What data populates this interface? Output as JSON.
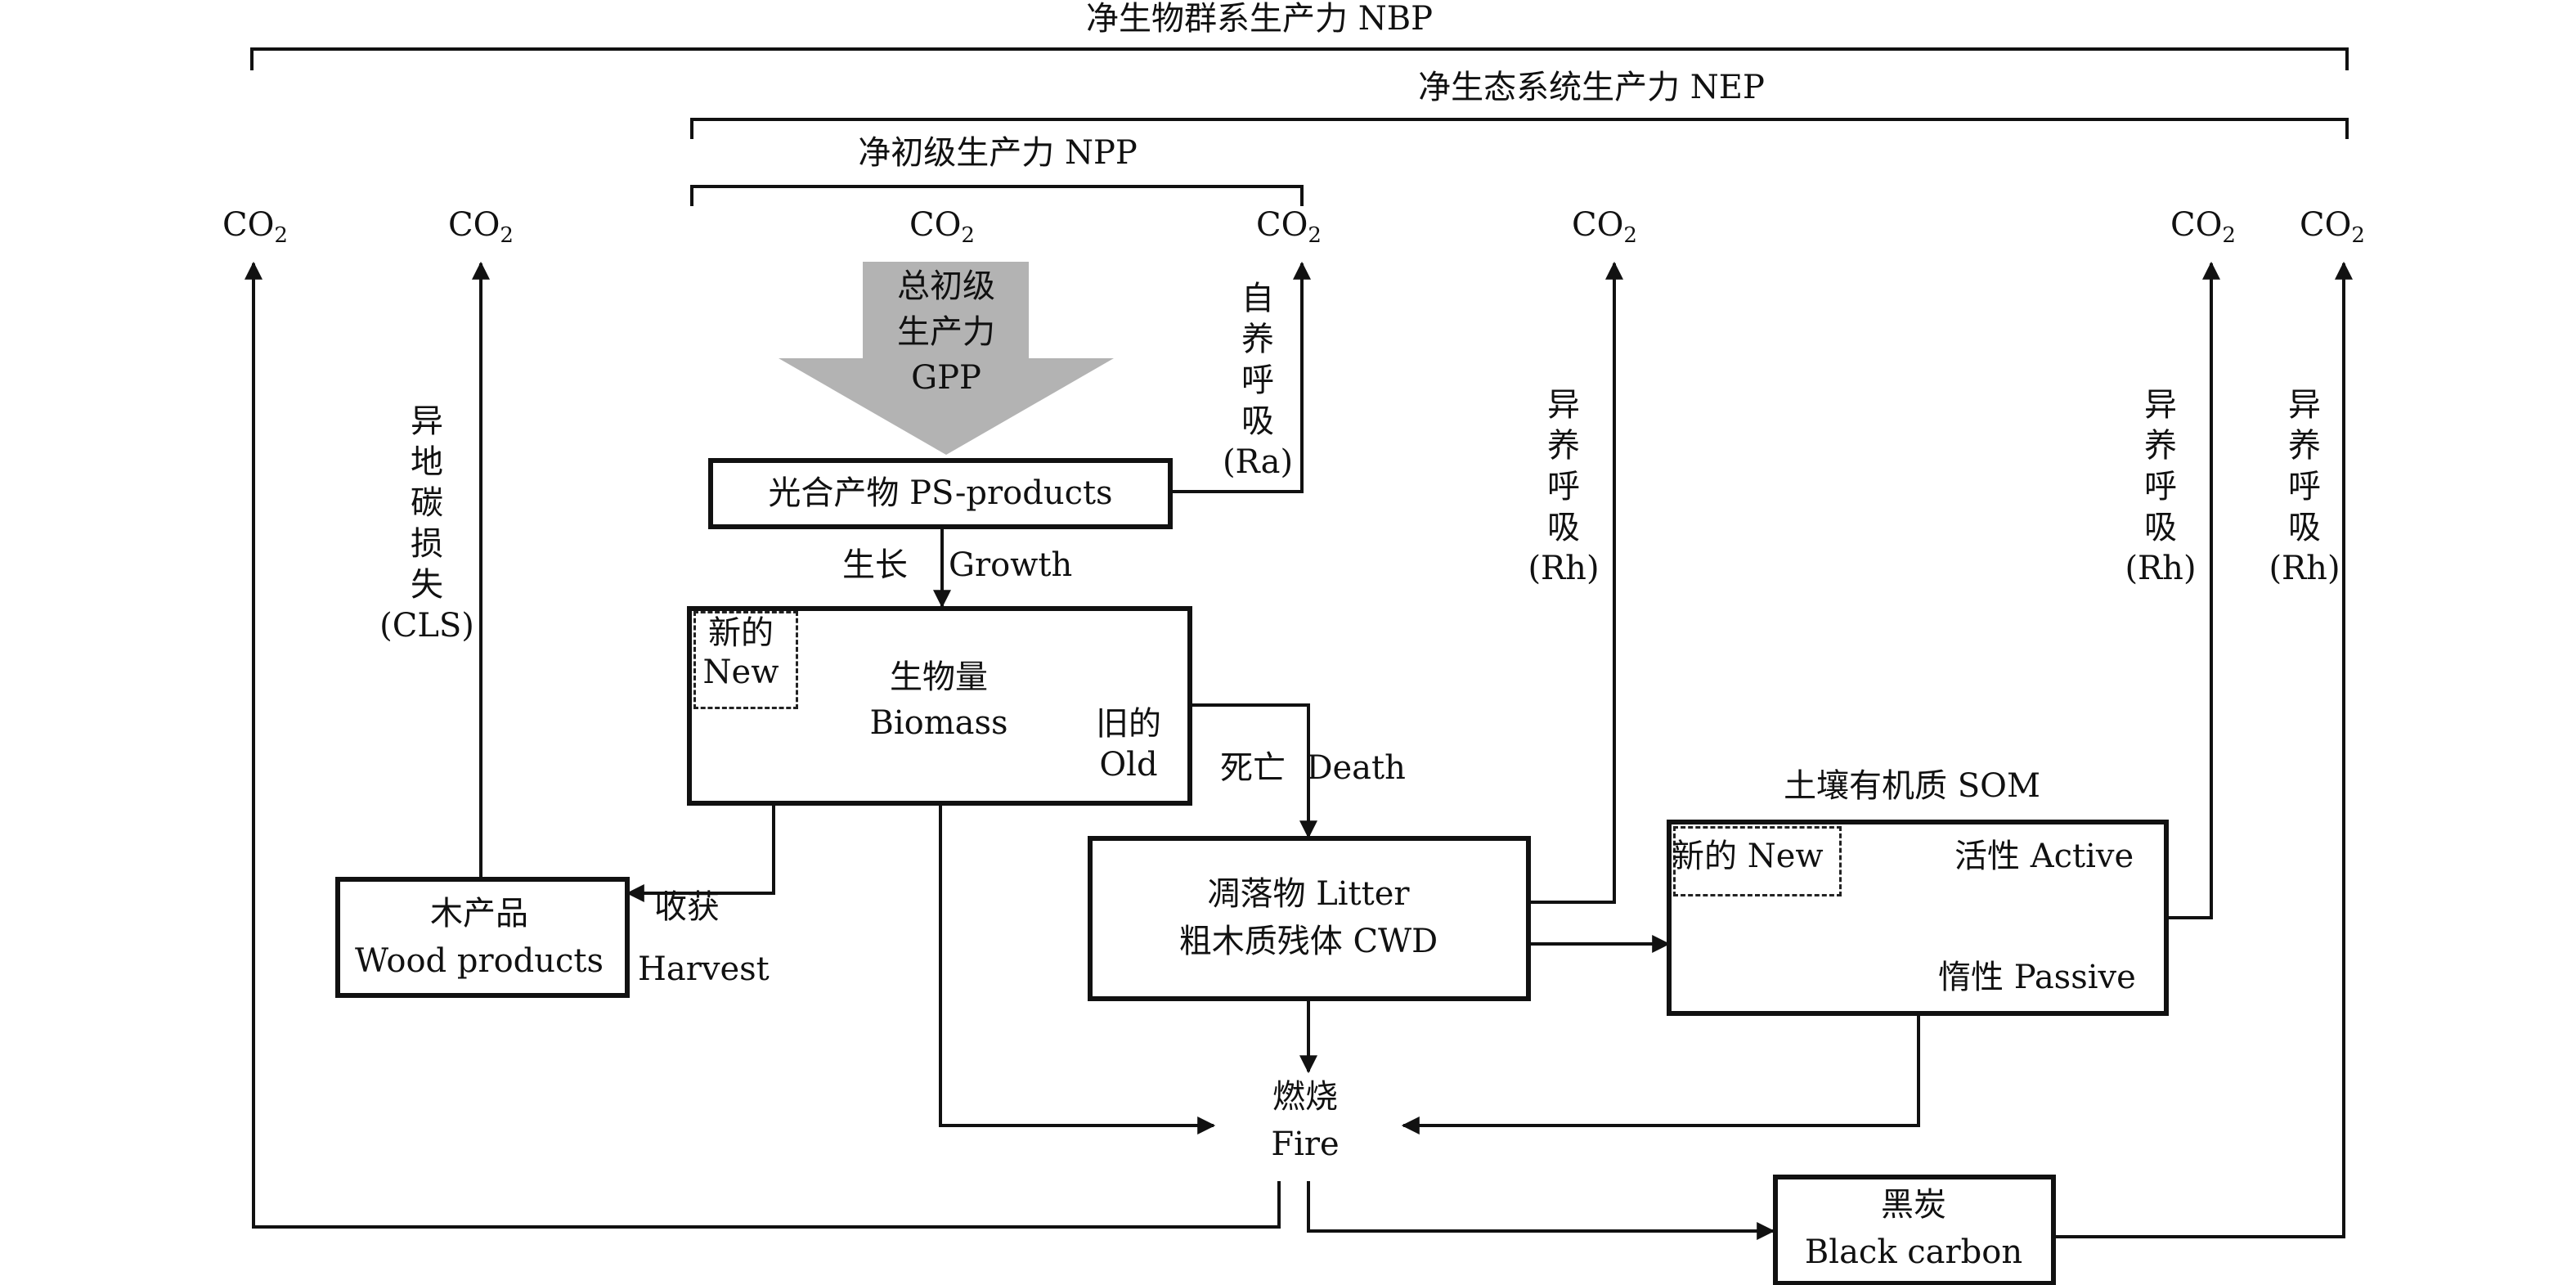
{
  "brackets": {
    "nbp": "净生物群系生产力 NBP",
    "nep": "净生态系统生产力 NEP",
    "npp": "净初级生产力 NPP"
  },
  "co2": {
    "base": "CO",
    "sub": "2"
  },
  "gpp": {
    "line1": "总初级",
    "line2": "生产力",
    "line3": "GPP"
  },
  "boxes": {
    "ps_products": "光合产物 PS-products",
    "biomass": {
      "zh": "生物量",
      "en": "Biomass",
      "new_zh": "新的",
      "new_en": "New",
      "old_zh": "旧的",
      "old_en": "Old"
    },
    "litter": {
      "line1": "凋落物 Litter",
      "line2": "粗木质残体 CWD"
    },
    "som": {
      "title": "土壤有机质 SOM",
      "new": "新的 New",
      "active": "活性 Active",
      "passive": "惰性 Passive"
    },
    "wood": {
      "zh": "木产品",
      "en": "Wood products"
    },
    "black_carbon": {
      "zh": "黑炭",
      "en": "Black carbon"
    },
    "fire": {
      "zh": "燃烧",
      "en": "Fire"
    }
  },
  "flows": {
    "growth_zh": "生长",
    "growth_en": "Growth",
    "death_zh": "死亡",
    "death_en": "Death",
    "harvest_zh": "收获",
    "harvest_en": "Harvest",
    "ra": {
      "zh": [
        "自",
        "养",
        "呼",
        "吸"
      ],
      "abbr": "(Ra)"
    },
    "rh": {
      "zh": [
        "异",
        "养",
        "呼",
        "吸"
      ],
      "abbr": "(Rh)"
    },
    "cls": {
      "zh": [
        "异",
        "地",
        "碳",
        "损",
        "失"
      ],
      "abbr": "(CLS)"
    }
  },
  "colors": {
    "line": "#111111",
    "gpp_arrow": "#b3b3b3",
    "som_divider": "#b8b8b8",
    "som_arrow": "#a6a6a6"
  }
}
